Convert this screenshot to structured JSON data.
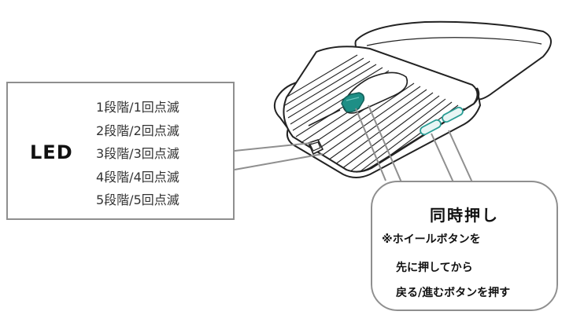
{
  "led_callout": {
    "title": "LED",
    "levels": [
      "1段階/1回点滅",
      "2段階/2回点滅",
      "3段階/3回点滅",
      "4段階/4回点滅",
      "5段階/5回点滅"
    ]
  },
  "press_callout": {
    "title": "同時押し",
    "line1": "※ホイールボタンを",
    "line2": "先に押してから",
    "line3": "戻る/進むボタンを押す"
  },
  "colors": {
    "outline": "#222222",
    "callout_border": "#8f8f8f",
    "wheel": "#1e8f86",
    "side_button_fill": "#e8f6f5",
    "side_button_stroke": "#2a9d95"
  },
  "icons": {
    "mouse": "mouse-illustration",
    "wheel": "scroll-wheel-icon",
    "led": "led-indicator-icon"
  }
}
